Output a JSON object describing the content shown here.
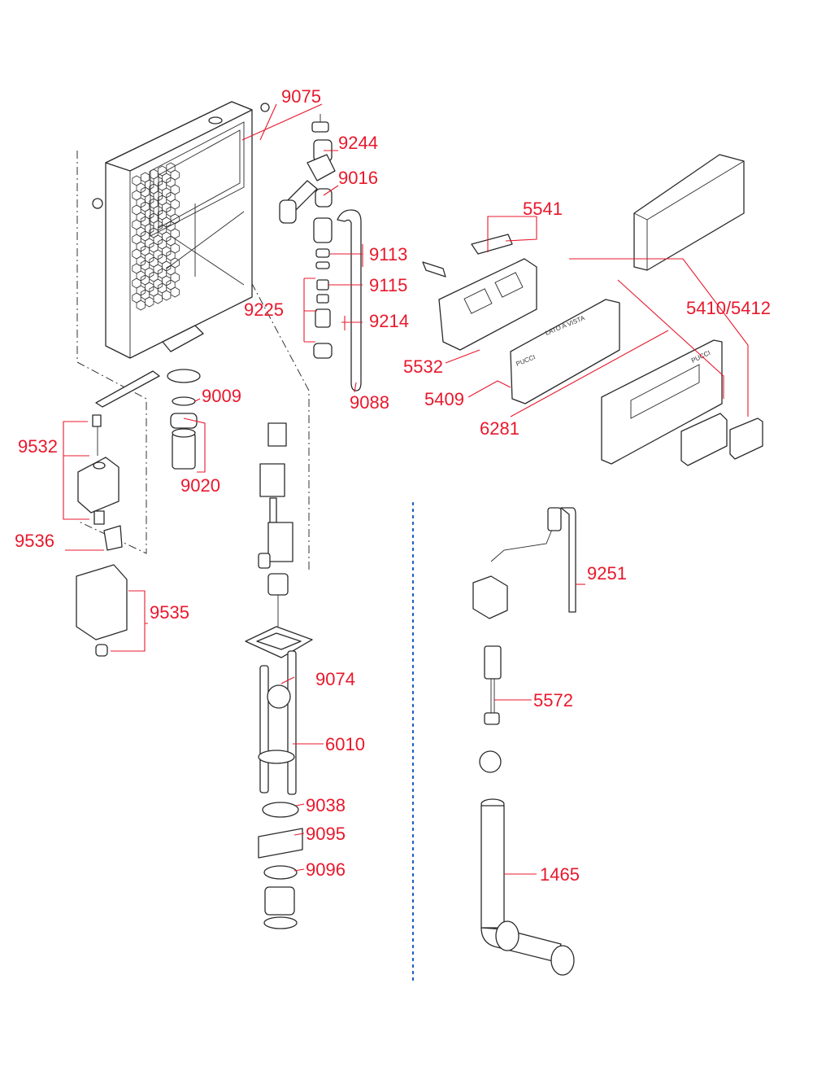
{
  "diagram": {
    "panel_text": {
      "plate_label": "LATO A VISTA",
      "brand_small_1": "PUCCI",
      "brand_small_2": "PUCCI"
    },
    "callouts": [
      {
        "id": "9075",
        "text": "9075"
      },
      {
        "id": "9244",
        "text": "9244"
      },
      {
        "id": "9016",
        "text": "9016"
      },
      {
        "id": "9113",
        "text": "9113"
      },
      {
        "id": "9115",
        "text": "9115"
      },
      {
        "id": "9225",
        "text": "9225"
      },
      {
        "id": "9214",
        "text": "9214"
      },
      {
        "id": "9088",
        "text": "9088"
      },
      {
        "id": "9009",
        "text": "9009"
      },
      {
        "id": "9020",
        "text": "9020"
      },
      {
        "id": "9532",
        "text": "9532"
      },
      {
        "id": "9536",
        "text": "9536"
      },
      {
        "id": "9535",
        "text": "9535"
      },
      {
        "id": "5541",
        "text": "5541"
      },
      {
        "id": "5410-5412",
        "text": "5410/5412"
      },
      {
        "id": "5532",
        "text": "5532"
      },
      {
        "id": "5409",
        "text": "5409"
      },
      {
        "id": "6281",
        "text": "6281"
      },
      {
        "id": "9251",
        "text": "9251"
      },
      {
        "id": "9074",
        "text": "9074"
      },
      {
        "id": "5572",
        "text": "5572"
      },
      {
        "id": "6010",
        "text": "6010"
      },
      {
        "id": "9038",
        "text": "9038"
      },
      {
        "id": "9095",
        "text": "9095"
      },
      {
        "id": "9096",
        "text": "9096"
      },
      {
        "id": "1465",
        "text": "1465"
      }
    ],
    "colors": {
      "callout": "#e8182c",
      "pink_part": "#f4d2dc",
      "cream_part": "#f5ecc0",
      "green_part": "#d9ecd4",
      "peach_part": "#f6ddc9",
      "blue_part": "#cfe6f4",
      "divider": "#1f5fbf"
    }
  }
}
